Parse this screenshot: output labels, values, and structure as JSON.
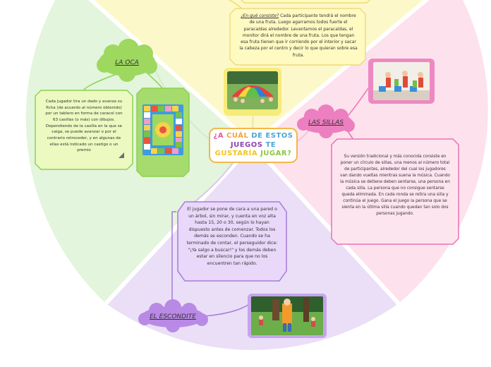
{
  "center_title": {
    "line1": [
      "¿A ",
      "CUÁL ",
      "DE ",
      "ESTOS"
    ],
    "line2": [
      "JUEGOS ",
      "TE"
    ],
    "line3": [
      "GUSTARÍA ",
      "JUGAR?"
    ],
    "colors": {
      "pink": "#e8559a",
      "orange": "#f4a433",
      "blue": "#4aa6d8",
      "green": "#8cc63f",
      "purple": "#8e44ad",
      "yellow": "#f2c51a"
    }
  },
  "nodes": {
    "la_oca": {
      "label": "LA OCA",
      "text": "Cada jugador tira un dado y avanza su ficha (de acuerdo al número obtenido) por un tablero en forma de caracol con 63 casillas (o más) con dibujos. Dependiendo de la casilla en la que se caiga, se puede avanzar o por el contrario retroceder, y en algunas de ellas está indicado un castigo o un premio"
    },
    "paracaidas": {
      "link": "¿En qué consiste?",
      "text": " Cada participante tendrá el nombre de una fruta. Luego agarramos todos fuerte el paracaídas alrededor. Levantamos el paracaídas, el monitor dirá el nombre de una fruta. Los que tengan esa fruta tienen que ir corriendo por el interior y sacar la cabeza por el centro y decir lo que quieran sobre esa fruta."
    },
    "las_sillas": {
      "label": "LAS SILLAS",
      "text": "Su versión tradicional y más conocida consiste en poner un círculo de sillas, una menos al número total de participantes, alrededor del cual los jugadores van dando vueltas mientras suena la música. Cuando la música se detiene deben sentarse, una persona en cada silla. La persona que no consigue sentarse queda eliminada. En cada ronda se retira una silla y continúa el juego. Gana el juego la persona que se sienta en la última silla cuando quedan tan solo dos personas jugando."
    },
    "el_escondite": {
      "label": "EL ESCONDITE",
      "text": "El jugador se pone de cara a una pared o un árbol, sin mirar, y cuenta en voz alta hasta 15, 20 o 30, según lo hayan dispuesto antes de comenzar. Todos los demás se esconden. Cuando se ha terminado de contar, el perseguidor dice: \"¡Ya salgo a buscar!\" y los demás deben estar en silencio para que no los encuentren tan rápido."
    }
  },
  "theme": {
    "green_sector": "#e3f5dc",
    "yellow_sector": "#fdf8c9",
    "pink_sector": "#fde1ec",
    "purple_sector": "#eadff7",
    "green": "#8cd250",
    "yellow": "#f3e36a",
    "pink": "#e973b3",
    "purple": "#a77ad9"
  }
}
